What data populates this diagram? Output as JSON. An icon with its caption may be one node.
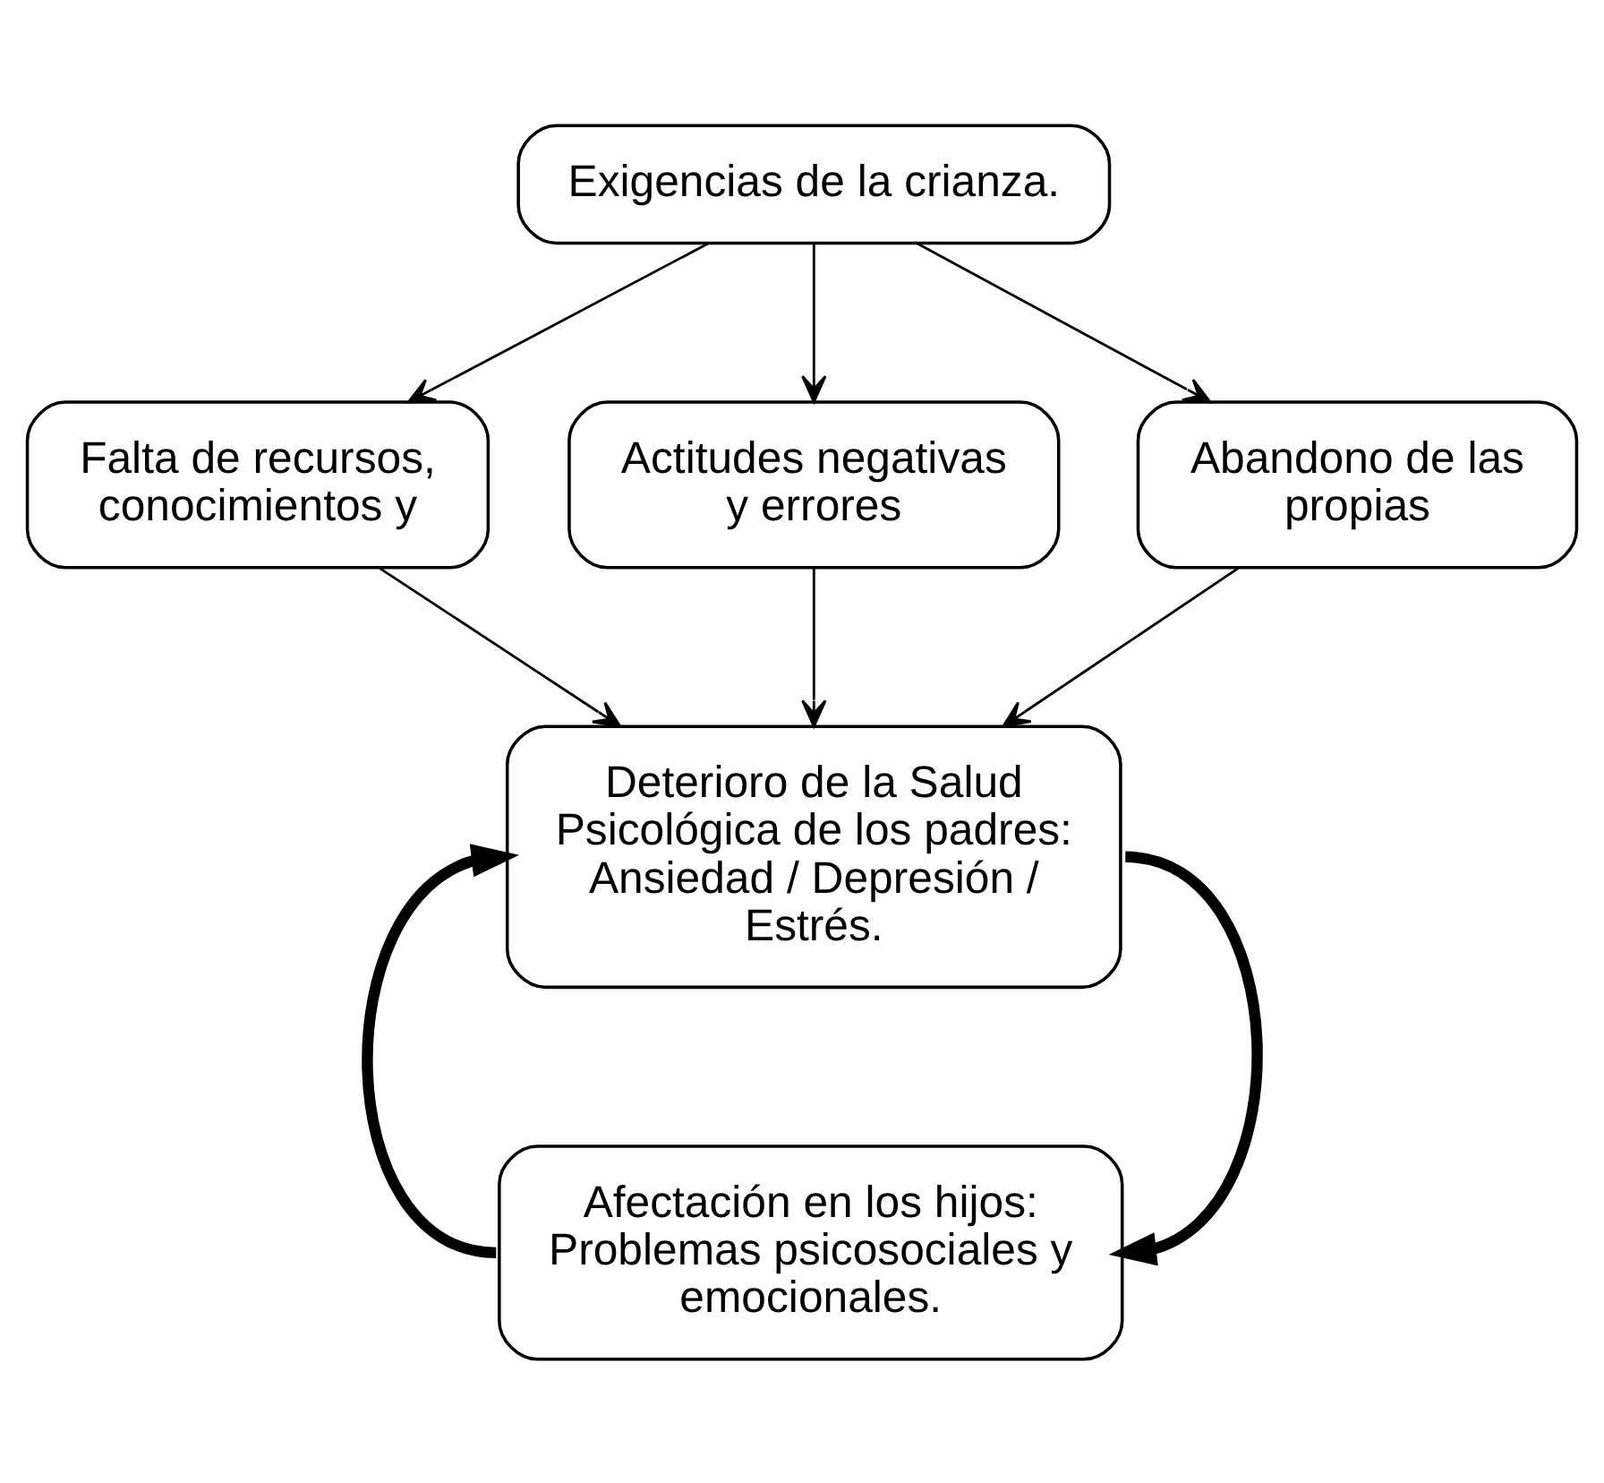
{
  "diagram": {
    "nodes": [
      {
        "text": [
          "Exigencias de la crianza."
        ]
      },
      {
        "text": [
          "Falta de recursos, conocimientos y"
        ]
      },
      {
        "text": [
          "Actitudes negativas y errores"
        ]
      },
      {
        "text": [
          "Abandono de las propias"
        ]
      },
      {
        "text": [
          "Deterioro de la Salud Psicológica de los padres: Ansiedad / Depresión / Estrés."
        ]
      },
      {
        "text": [
          "Afectación en los hijos: Problemas psicosociales y emocionales."
        ]
      }
    ],
    "edges": [
      {
        "from": 0,
        "to": 1,
        "arrow": "to"
      },
      {
        "from": 0,
        "to": 2,
        "arrow": "to"
      },
      {
        "from": 0,
        "to": 3,
        "arrow": "to"
      },
      {
        "from": 1,
        "to": 4,
        "arrow": "to"
      },
      {
        "from": 2,
        "to": 4,
        "arrow": "to"
      },
      {
        "from": 3,
        "to": 4,
        "arrow": "to"
      },
      {
        "from": 4,
        "to": 5,
        "arrow": "to",
        "style": "thick"
      },
      {
        "from": 5,
        "to": 4,
        "arrow": "to",
        "style": "thick"
      }
    ]
  }
}
